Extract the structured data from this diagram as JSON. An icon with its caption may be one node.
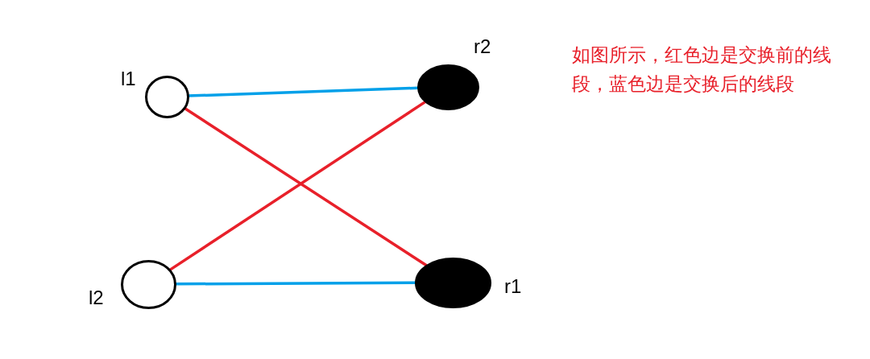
{
  "diagram": {
    "nodes": [
      {
        "text": [],
        "shape": "circle",
        "beside": [
          "l1"
        ]
      },
      {
        "text": [],
        "shape": "circle",
        "beside": [
          "r2"
        ]
      },
      {
        "text": [],
        "shape": "circle",
        "beside": [
          "l2"
        ]
      },
      {
        "text": [],
        "shape": "circle",
        "beside": [
          "r1"
        ]
      }
    ],
    "edges": [
      {
        "from": 0,
        "to": 1,
        "arrow": "none",
        "color": "#00a0e9"
      },
      {
        "from": 2,
        "to": 3,
        "arrow": "none",
        "color": "#00a0e9"
      },
      {
        "from": 0,
        "to": 3,
        "arrow": "none",
        "color": "#e8202a"
      },
      {
        "from": 2,
        "to": 1,
        "arrow": "none",
        "color": "#e8202a"
      }
    ],
    "labels": [
      "如图所示，红色边是交换前的线段，蓝色边是交换后的线段"
    ]
  }
}
